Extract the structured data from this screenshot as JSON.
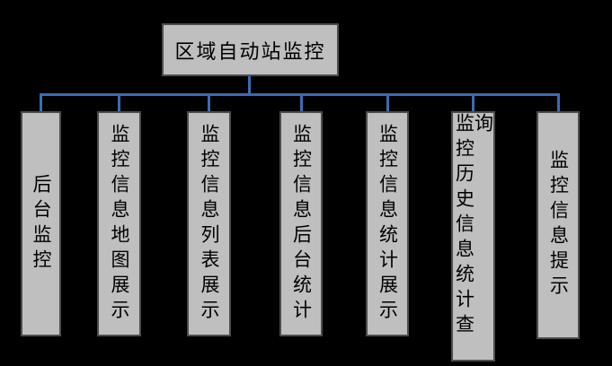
{
  "diagram": {
    "type": "org-chart",
    "root": {
      "label": "区域自动站监控"
    },
    "children": [
      {
        "label": "后台监控"
      },
      {
        "label": "监控信息地图展示"
      },
      {
        "label": "监控信息列表展示"
      },
      {
        "label": "监控信息后台统计"
      },
      {
        "label": "监控信息统计展示"
      },
      {
        "label": "监控历史信息统计查询"
      },
      {
        "label": "监控信息提示"
      }
    ],
    "colors": {
      "background": "#000000",
      "box_fill": "#bfbfbf",
      "box_border": "#4d4d4d",
      "connector": "#3b6bb5",
      "text": "#000000"
    }
  }
}
